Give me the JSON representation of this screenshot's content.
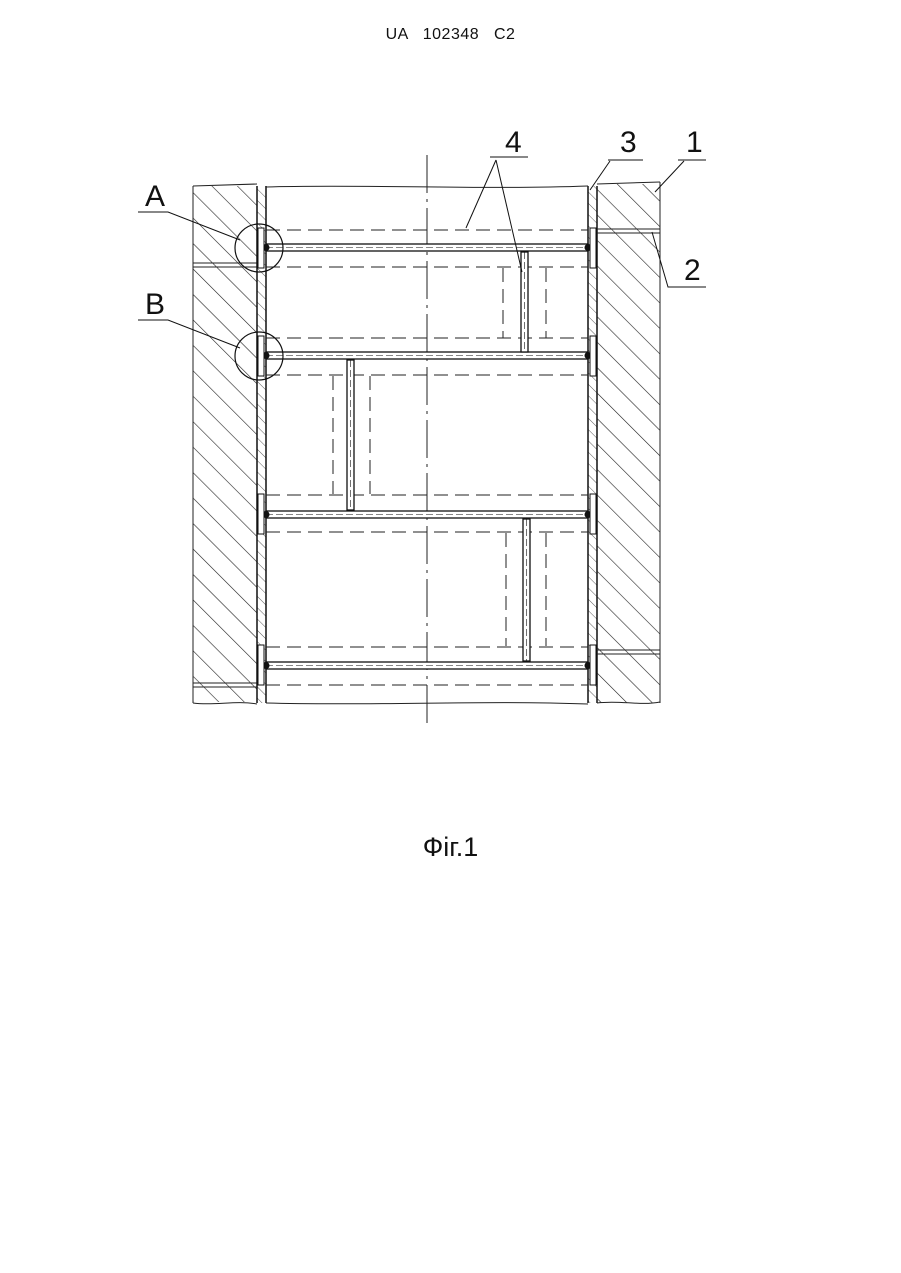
{
  "header": {
    "patent_number": "UA   102348   C2"
  },
  "figure": {
    "callouts": {
      "a": "A",
      "b": "B",
      "1": "1",
      "2": "2",
      "3": "3",
      "4": "4"
    },
    "caption": "Фіг.1"
  }
}
